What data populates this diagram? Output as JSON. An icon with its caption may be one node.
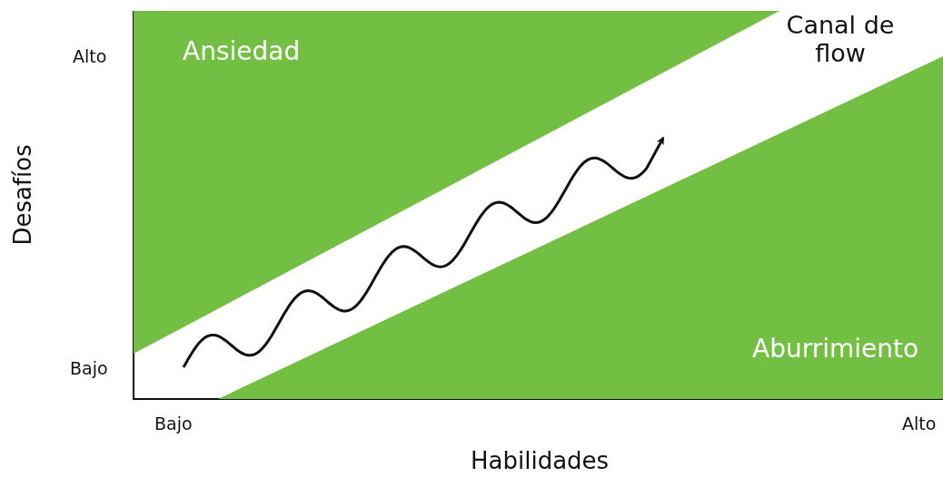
{
  "diagram": {
    "nodes": [
      {
        "text": [
          "Ansiedad"
        ]
      },
      {
        "text": [
          "Aburrimiento"
        ]
      }
    ],
    "labels": [
      "Canal de flow",
      "Alto",
      "Bajo",
      "Desafíos",
      "Bajo",
      "Alto",
      "Habilidades"
    ]
  }
}
